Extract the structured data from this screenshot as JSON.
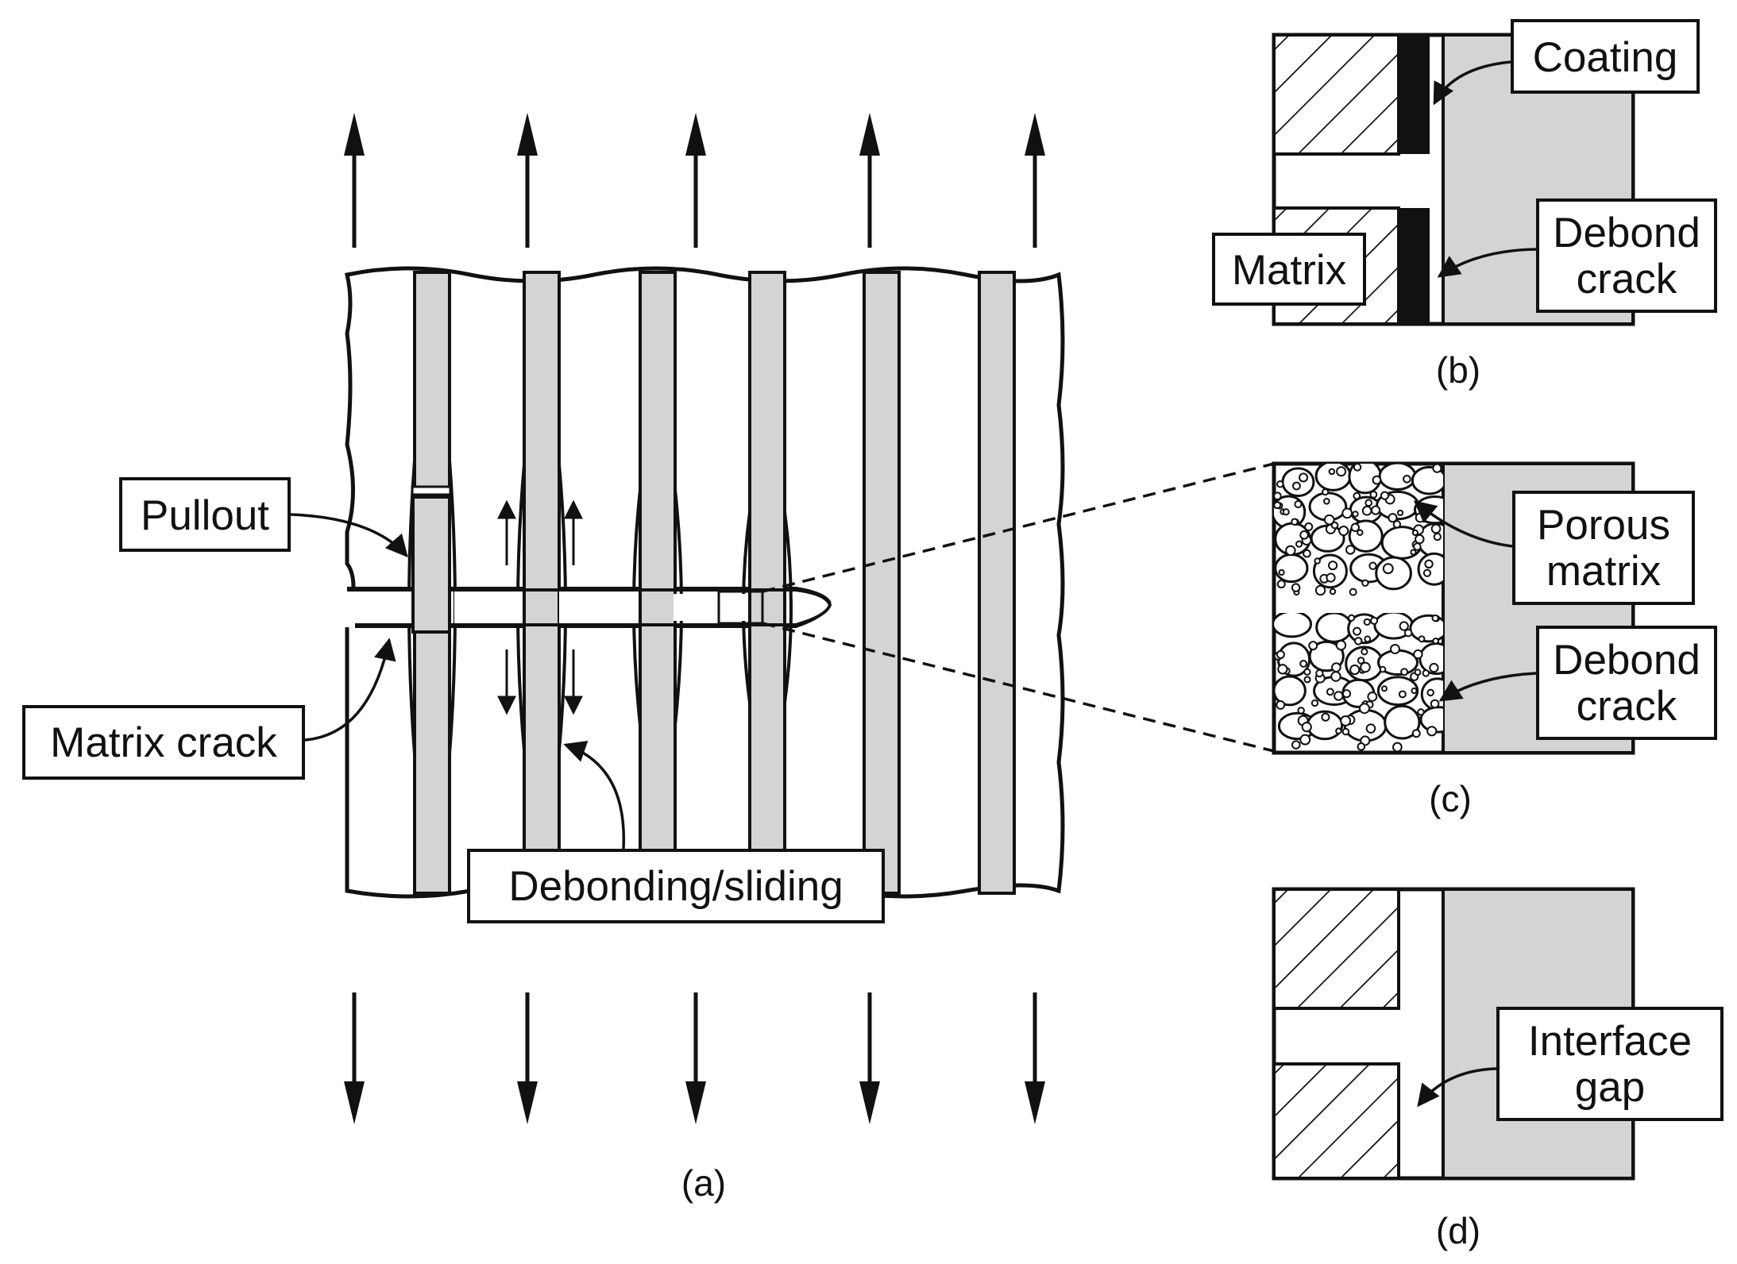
{
  "figure": {
    "panel_a": {
      "caption": "(a)",
      "labels": {
        "pullout": "Pullout",
        "matrix_crack": "Matrix crack",
        "debonding_sliding": "Debonding/sliding"
      }
    },
    "panel_b": {
      "caption": "(b)",
      "labels": {
        "coating": "Coating",
        "matrix": "Matrix",
        "debond_crack_line1": "Debond",
        "debond_crack_line2": "crack"
      }
    },
    "panel_c": {
      "caption": "(c)",
      "labels": {
        "porous_matrix_line1": "Porous",
        "porous_matrix_line2": "matrix",
        "debond_crack_line1": "Debond",
        "debond_crack_line2": "crack"
      }
    },
    "panel_d": {
      "caption": "(d)",
      "labels": {
        "interface_gap_line1": "Interface",
        "interface_gap_line2": "gap"
      }
    }
  },
  "colors": {
    "fiber": "#d4d4d4",
    "line": "#111111",
    "background": "#ffffff"
  }
}
